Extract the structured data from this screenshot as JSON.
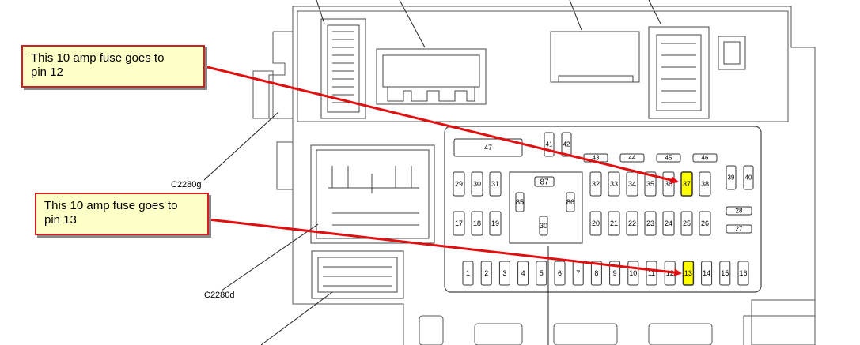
{
  "callouts": [
    {
      "line1": "This 10 amp fuse goes to",
      "line2": "pin 12"
    },
    {
      "line1": "This 10 amp fuse goes to",
      "line2": "pin 13"
    }
  ],
  "connectors": {
    "upper": "C2280g",
    "lower": "C2280d"
  },
  "fuses": {
    "relay": {
      "f87": "87",
      "f85": "85",
      "f86": "86",
      "f30": "30"
    },
    "large": {
      "f47": "47",
      "f41": "41",
      "f42": "42"
    },
    "top_row": [
      "43",
      "44",
      "45",
      "46"
    ],
    "row_a_left": [
      "29",
      "30",
      "31"
    ],
    "row_a_right": [
      "32",
      "33",
      "34",
      "35",
      "36",
      "37",
      "38"
    ],
    "row_a_far": [
      "39",
      "40"
    ],
    "row_b_left": [
      "17",
      "18",
      "19"
    ],
    "row_b_right": [
      "20",
      "21",
      "22",
      "23",
      "24",
      "25",
      "26"
    ],
    "side": [
      "28",
      "27"
    ],
    "bottom_row": [
      "1",
      "2",
      "3",
      "4",
      "5",
      "6",
      "7",
      "8",
      "9",
      "10",
      "11",
      "12",
      "13",
      "14",
      "15",
      "16"
    ]
  },
  "highlight_color": "#ffff00",
  "arrow_color": "#e01010"
}
